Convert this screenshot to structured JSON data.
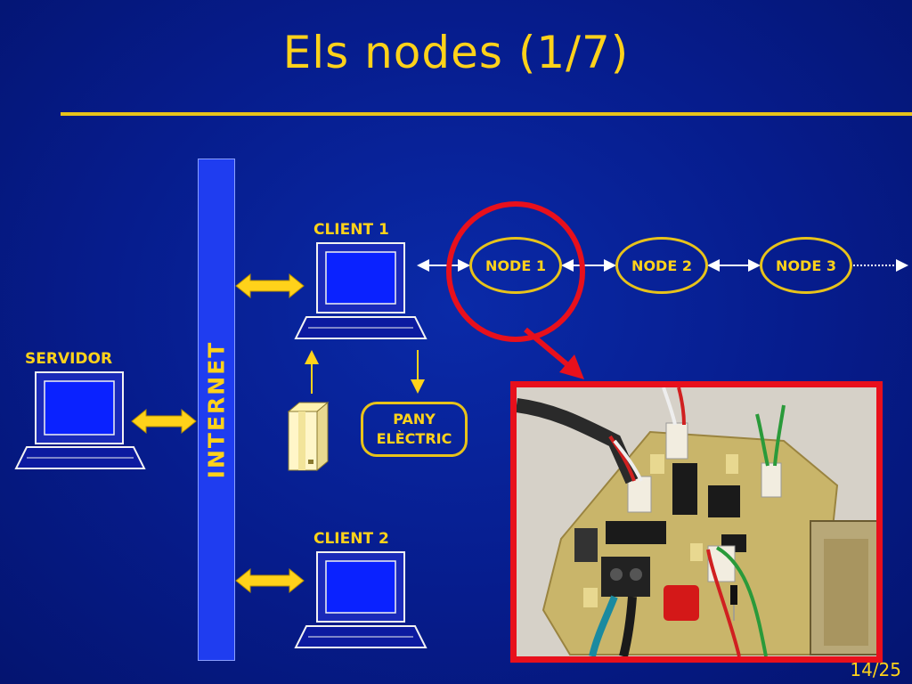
{
  "slide": {
    "title": "Els nodes (1/7)",
    "page_number": "14/25"
  },
  "diagram": {
    "internet_label": "INTERNET",
    "server_label": "SERVIDOR",
    "client1_label": "CLIENT 1",
    "client2_label": "CLIENT 2",
    "nodes": [
      "NODE 1",
      "NODE 2",
      "NODE 3"
    ],
    "lock_label_line1": "PANY",
    "lock_label_line2": "ELÈCTRIC"
  },
  "colors": {
    "background": "#061c8c",
    "accent": "#ffd21a",
    "internet_bar": "#1f3df0",
    "highlight": "#e8101c"
  }
}
